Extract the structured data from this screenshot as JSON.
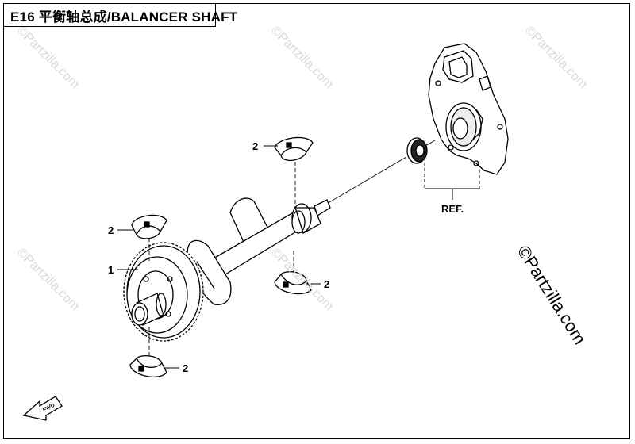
{
  "title": "E16 平衡轴总成/BALANCER SHAFT",
  "callouts": {
    "part_1": "1",
    "part_2_top": "2",
    "part_2_left": "2",
    "part_2_middle": "2",
    "part_2_bottom": "2"
  },
  "reference_label": "REF.",
  "fwd_label": "FWD",
  "watermark": {
    "text": "©Partzilla.com",
    "main_text": "©Partzilla.com"
  }
}
